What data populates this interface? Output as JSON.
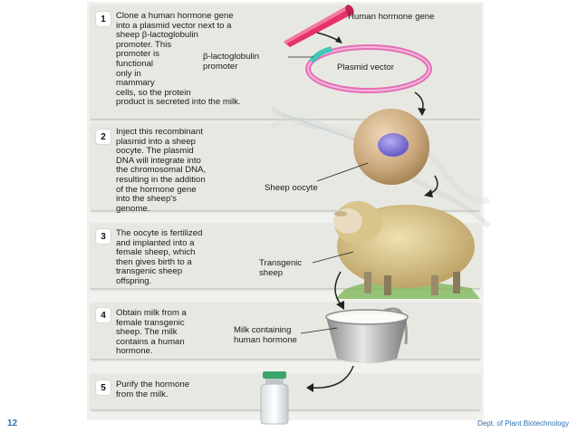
{
  "steps": [
    {
      "num": "1",
      "text": "Clone a human hormone gene\ninto a plasmid vector next to a\nsheep β-lactoglobulin\npromoter. This\npromoter is\nfunctional\nonly in\nmammary\ncells, so the protein\nproduct is secreted into the milk."
    },
    {
      "num": "2",
      "text": "Inject this recombinant\nplasmid into a sheep\noocyte. The plasmid\nDNA will integrate into\nthe chromosomal DNA,\nresulting in the addition\nof the hormone gene\ninto the sheep's\ngenome."
    },
    {
      "num": "3",
      "text": "The oocyte is fertilized\nand implanted into a\nfemale sheep, which\nthen gives birth to a\ntransgenic sheep\noffspring."
    },
    {
      "num": "4",
      "text": "Obtain milk from a\nfemale transgenic\nsheep. The milk\ncontains a human\nhormone."
    },
    {
      "num": "5",
      "text": "Purify the hormone\nfrom the milk."
    }
  ],
  "labels": {
    "human_gene": "Human hormone gene",
    "promoter": "β-lactoglobulin\npromoter",
    "plasmid": "Plasmid vector",
    "oocyte": "Sheep oocyte",
    "sheep": "Transgenic\nsheep",
    "milk": "Milk containing\nhuman hormone"
  },
  "footer": {
    "slide_number": "12",
    "department": "Dept. of Plant Biotechnology"
  },
  "colors": {
    "plasmid": "#e36fb6",
    "gene": "#e4326a",
    "promoter": "#3fc7b8",
    "oocyte": "#c9a67a",
    "nucleus": "#7a6fd0",
    "accent": "#2a6fb0"
  }
}
